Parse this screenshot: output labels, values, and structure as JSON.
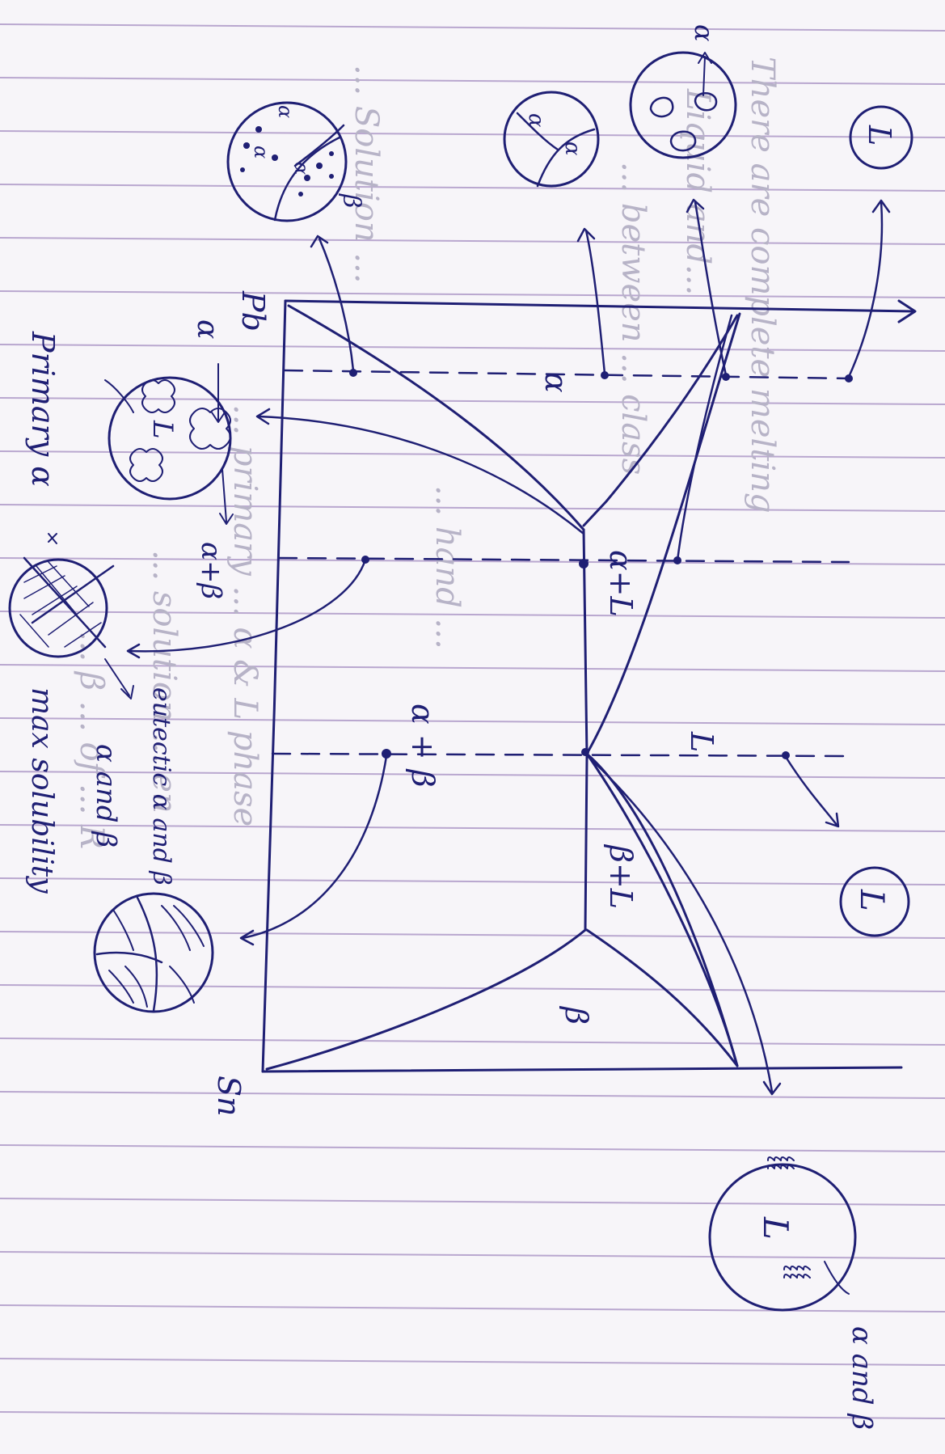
{
  "labels": {
    "pb": "Pb",
    "sn": "Sn",
    "alpha_top": "α",
    "alpha_mid": "α",
    "alpha_plus_l": "α+L",
    "alpha_plus_beta": "α + β",
    "alpha_plus_beta_small": "α+β",
    "beta_plus_l": "β+L",
    "beta": "β",
    "l_field": "L",
    "beta_arrow": "β",
    "alpha_arrow_top": "α",
    "l_circle_1": "L",
    "l_circle_2": "L",
    "l_circle_3": "L",
    "l_circle_4": "L",
    "l_arrow": "L",
    "primary_alpha": "Primary α",
    "eutectic": "eutectic α and β",
    "alpha_and_beta_1": "α and β",
    "alpha_and_beta_2": "α and β",
    "max_solubility": "max solubility",
    "sol_label": "α",
    "sol_label2": "α",
    "sol_label3": "α",
    "sol_label4": "α",
    "sol_label5": "α"
  },
  "faint_lines": [
    "There are complete melting",
    "Liquid and...",
    "... between ... class",
    "... hand ...",
    "... Solution ...",
    "... primary ... α & L phase",
    "... solution ... en",
    "... β ... of ... R"
  ],
  "colors": {
    "ink": "#1f1f74",
    "rule": "#b9a7cf",
    "paper": "#f7f5f9"
  }
}
